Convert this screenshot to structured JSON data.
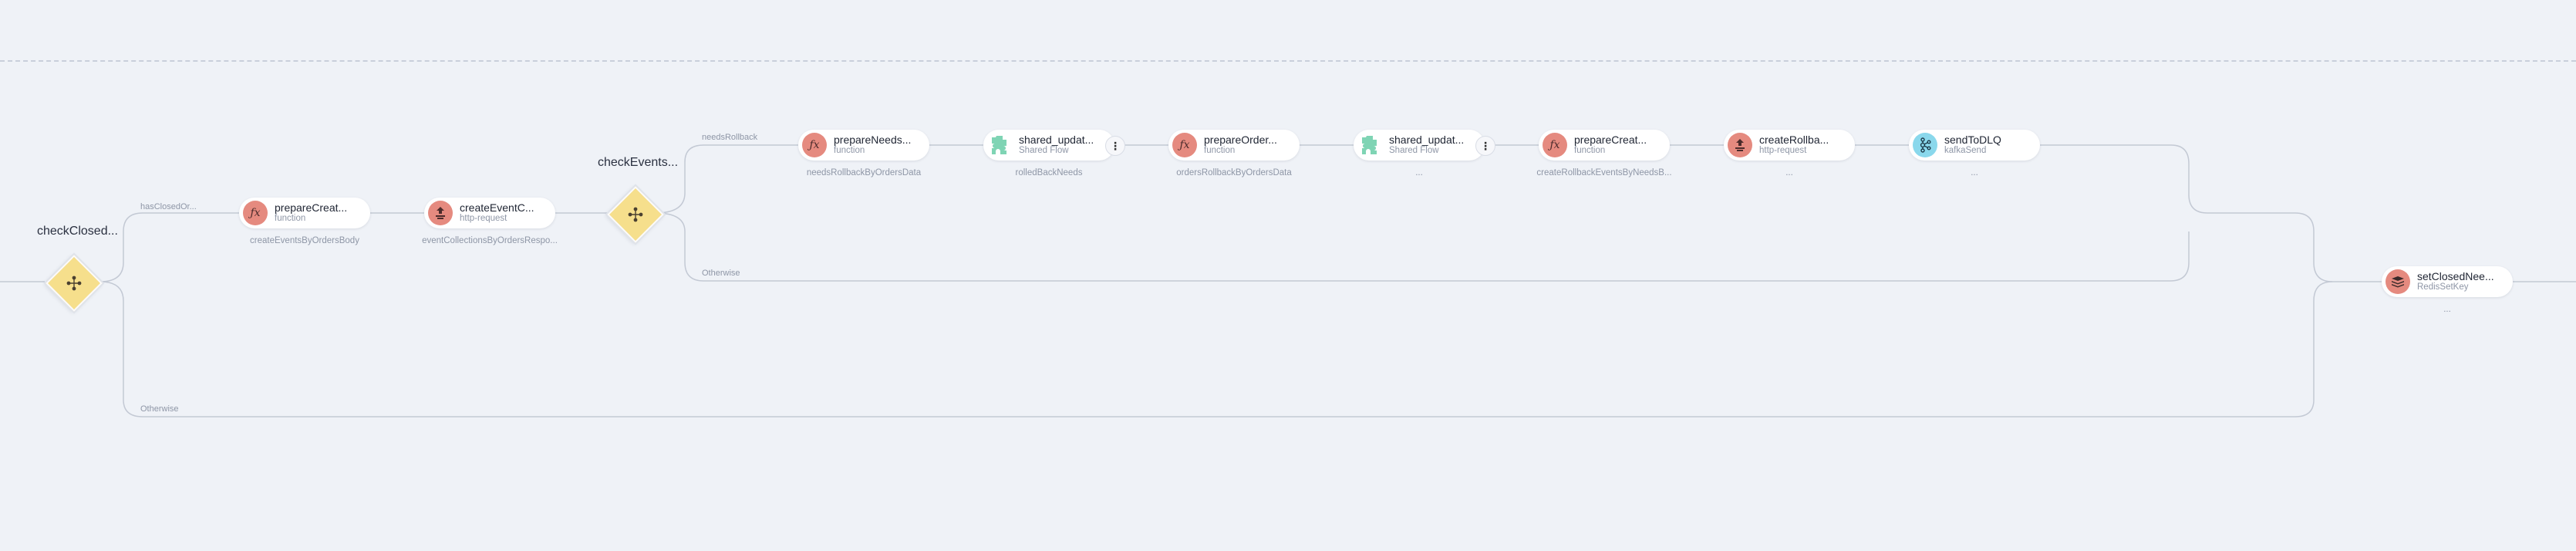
{
  "canvas": {
    "gateways": {
      "check_closed": {
        "title": "checkClosed..."
      },
      "check_events": {
        "title": "checkEvents..."
      }
    },
    "edge_labels": {
      "has_closed": "hasClosedOr...",
      "needs_rollback": "needsRollback",
      "otherwise_inner": "Otherwise",
      "otherwise_outer": "Otherwise"
    },
    "nodes": [
      {
        "name": "prepareCreat...",
        "type": "function",
        "below": "createEventsByOrdersBody",
        "icon": "function-icon"
      },
      {
        "name": "createEventC...",
        "type": "http-request",
        "below": "eventCollectionsByOrdersRespo...",
        "icon": "http-request-icon"
      },
      {
        "name": "prepareNeeds...",
        "type": "function",
        "below": "needsRollbackByOrdersData",
        "icon": "function-icon"
      },
      {
        "name": "shared_updat...",
        "type": "Shared Flow",
        "below": "rolledBackNeeds",
        "icon": "shared-flow-icon"
      },
      {
        "name": "prepareOrder...",
        "type": "function",
        "below": "ordersRollbackByOrdersData",
        "icon": "function-icon"
      },
      {
        "name": "shared_updat...",
        "type": "Shared Flow",
        "below": "...",
        "icon": "shared-flow-icon"
      },
      {
        "name": "prepareCreat...",
        "type": "function",
        "below": "createRollbackEventsByNeedsB...",
        "icon": "function-icon"
      },
      {
        "name": "createRollba...",
        "type": "http-request",
        "below": "...",
        "icon": "http-request-icon"
      },
      {
        "name": "sendToDLQ",
        "type": "kafkaSend",
        "below": "...",
        "icon": "kafka-icon"
      },
      {
        "name": "setClosedNee...",
        "type": "RedisSetKey",
        "below": "...",
        "icon": "redis-icon"
      }
    ],
    "menu_glyph": "⋮"
  },
  "colors": {
    "background": "#eff2f7",
    "edge": "#c3c9d4",
    "function_icon": "#e58a7f",
    "kafka_icon": "#8ad8ec",
    "shared_flow_icon": "#7fd4b4",
    "gateway": "#f6df8c"
  }
}
